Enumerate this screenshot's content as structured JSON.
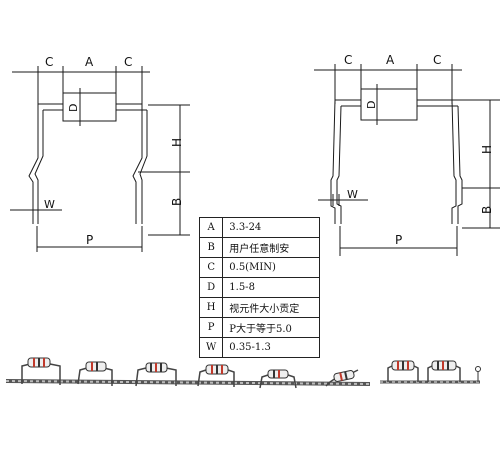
{
  "labels": {
    "left": {
      "c1": "C",
      "a": "A",
      "c2": "C",
      "d": "D",
      "h": "H",
      "b": "B",
      "w": "W",
      "p": "P"
    },
    "right": {
      "c1": "C",
      "a": "A",
      "c2": "C",
      "d": "D",
      "h": "H",
      "b": "B",
      "w": "W",
      "p": "P"
    }
  },
  "spec_table": [
    {
      "key": "A",
      "value": "3.3-24"
    },
    {
      "key": "B",
      "value": "用户任意制安"
    },
    {
      "key": "C",
      "value": "0.5(MIN)"
    },
    {
      "key": "D",
      "value": "1.5-8"
    },
    {
      "key": "H",
      "value": "视元件大小贡定"
    },
    {
      "key": "P",
      "value": "P大于等于5.0"
    },
    {
      "key": "W",
      "value": "0.35-1.3"
    }
  ],
  "colors": {
    "line": "#1a1a1a",
    "body": "#ffffff",
    "band_red": "#c0392b",
    "band_dark": "#333333",
    "strip": "#b8b8b8"
  }
}
